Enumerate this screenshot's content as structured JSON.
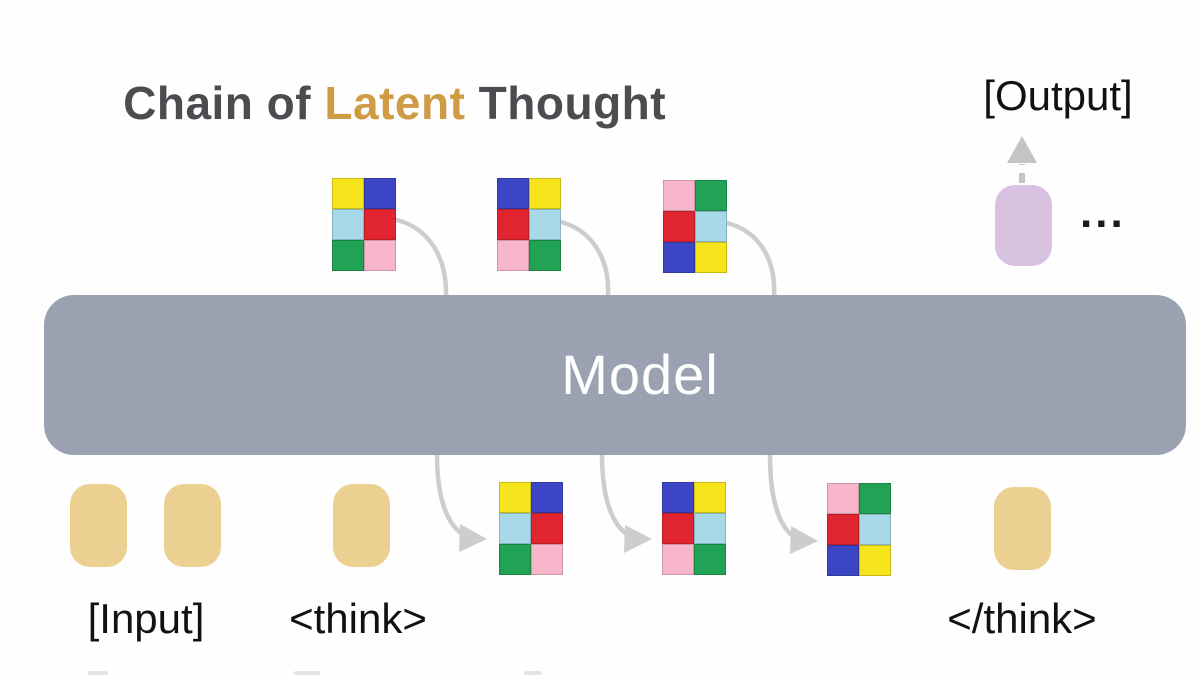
{
  "title": {
    "part1": "Chain of ",
    "part2": "Latent",
    "part3": " Thought"
  },
  "model": {
    "label": "Model"
  },
  "output": {
    "label": "[Output]",
    "ellipsis": "..."
  },
  "tokens": {
    "input_label": "[Input]",
    "think_open_label": "<think>",
    "think_close_label": "</think>"
  },
  "colors": {
    "title_text": "#4b4b50",
    "title_accent": "#cf9b44",
    "model_bar": "#9aa2b1",
    "model_text": "#ffffff",
    "token_tan": "#ecd092",
    "token_purple": "#d9c2e0",
    "arrow_gray": "#cdcdcd",
    "label_text": "#111111",
    "palette": {
      "yellow": "#f6e51c",
      "blue": "#3c45c3",
      "red": "#e02531",
      "lightblue": "#a7d9e8",
      "green": "#21a254",
      "pink": "#f7b6ca"
    }
  },
  "latent_grids": {
    "top": [
      {
        "cells": [
          "yellow",
          "blue",
          "lightblue",
          "red",
          "green",
          "pink"
        ]
      },
      {
        "cells": [
          "blue",
          "yellow",
          "red",
          "lightblue",
          "pink",
          "green"
        ]
      },
      {
        "cells": [
          "pink",
          "green",
          "red",
          "lightblue",
          "blue",
          "yellow"
        ]
      }
    ],
    "bottom": [
      {
        "cells": [
          "yellow",
          "blue",
          "lightblue",
          "red",
          "green",
          "pink"
        ]
      },
      {
        "cells": [
          "blue",
          "yellow",
          "red",
          "lightblue",
          "pink",
          "green"
        ]
      },
      {
        "cells": [
          "pink",
          "green",
          "red",
          "lightblue",
          "blue",
          "yellow"
        ]
      }
    ]
  }
}
